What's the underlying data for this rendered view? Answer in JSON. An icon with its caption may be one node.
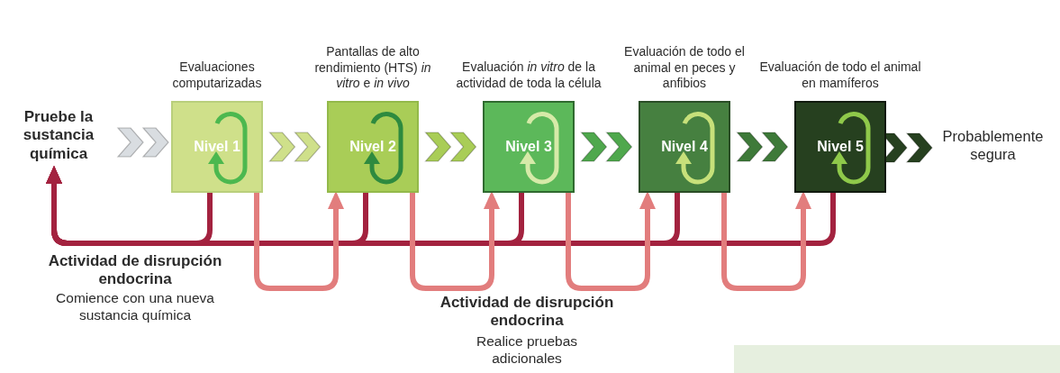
{
  "diagram": {
    "nodes": [
      {
        "text": [
          "Pruebe la sustancia química"
        ]
      },
      {
        "text": [
          "Nivel 1"
        ],
        "beside": [
          "Evaluaciones computarizadas"
        ]
      },
      {
        "text": [
          "Nivel 2"
        ],
        "beside": [
          "Pantallas de alto rendimiento (HTS) *in vitro* e *in vivo*"
        ]
      },
      {
        "text": [
          "Nivel 3"
        ],
        "beside": [
          "Evaluación *in vitro* de la actividad de toda la célula"
        ]
      },
      {
        "text": [
          "Nivel 4"
        ],
        "beside": [
          "Evaluación de todo el animal en peces y anfibios"
        ]
      },
      {
        "text": [
          "Nivel 5"
        ],
        "beside": [
          "Evaluación de todo el animal en mamíferos"
        ]
      },
      {
        "text": [
          "Probablemente segura"
        ]
      }
    ],
    "edges": [
      {
        "from": 0,
        "to": 1,
        "arrow": "to",
        "color": "#d9dde1"
      },
      {
        "from": 1,
        "to": 2,
        "arrow": "to",
        "color": "#cfe08a"
      },
      {
        "from": 2,
        "to": 3,
        "arrow": "to",
        "color": "#a9cd57"
      },
      {
        "from": 3,
        "to": 4,
        "arrow": "to",
        "color": "#4fa84d"
      },
      {
        "from": 4,
        "to": 5,
        "arrow": "to",
        "color": "#3e7a39"
      },
      {
        "from": 5,
        "to": 6,
        "arrow": "to",
        "color": "#26401f"
      },
      {
        "from": 1,
        "to": 0,
        "arrow": "to",
        "color": "#a3223f"
      },
      {
        "from": 2,
        "to": 0,
        "arrow": "to",
        "color": "#a3223f"
      },
      {
        "from": 3,
        "to": 0,
        "arrow": "to",
        "color": "#a3223f"
      },
      {
        "from": 4,
        "to": 0,
        "arrow": "to",
        "color": "#a3223f"
      },
      {
        "from": 5,
        "to": 0,
        "arrow": "to",
        "color": "#a3223f"
      },
      {
        "from": 1,
        "to": 2,
        "arrow": "to",
        "color": "#e27d7d"
      },
      {
        "from": 2,
        "to": 3,
        "arrow": "to",
        "color": "#e27d7d"
      },
      {
        "from": 3,
        "to": 4,
        "arrow": "to",
        "color": "#e27d7d"
      },
      {
        "from": 4,
        "to": 5,
        "arrow": "to",
        "color": "#e27d7d"
      }
    ],
    "labels": [
      "Actividad de disrupción endocrina",
      "Comience con una nueva sustancia química",
      "Actividad de disrupción endocrina",
      "Realice pruebas adicionales"
    ]
  }
}
